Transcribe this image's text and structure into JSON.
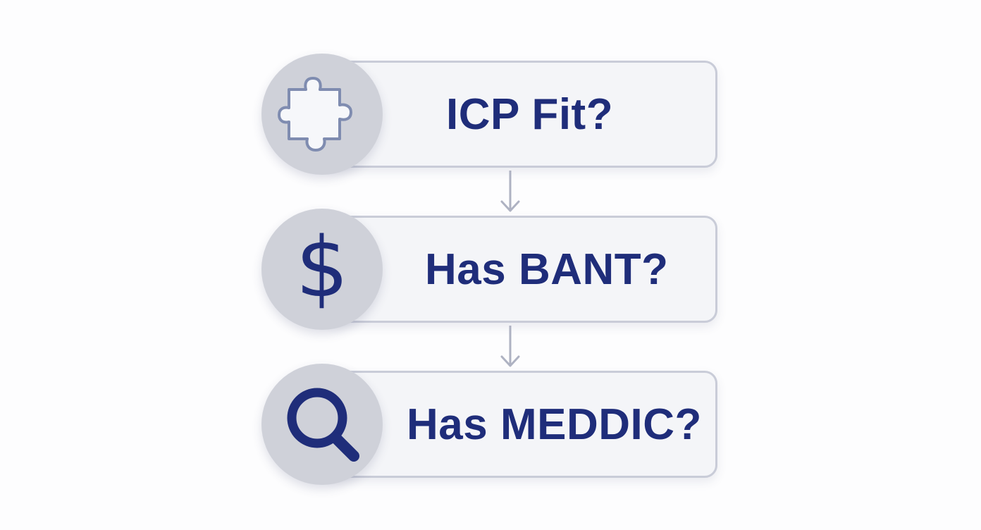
{
  "steps": [
    {
      "label": "ICP Fit?",
      "icon": "puzzle-piece-icon"
    },
    {
      "label": "Has BANT?",
      "icon": "dollar-sign-icon",
      "glyph": "$"
    },
    {
      "label": "Has MEDDIC?",
      "icon": "magnifying-glass-icon"
    }
  ],
  "colors": {
    "text": "#1f2d7a",
    "card_fill": "#f4f5f8",
    "card_border": "#c9ccd8",
    "circle_fill": "#cfd1d9",
    "arrow": "#aeb2c2"
  }
}
